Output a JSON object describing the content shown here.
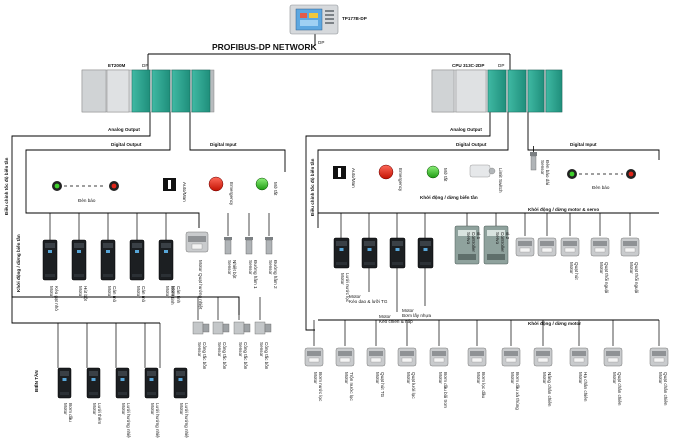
{
  "hmi": {
    "model": "TP177B-DP",
    "port": "DP"
  },
  "network": {
    "title": "PROFIBUS-DP NETWORK"
  },
  "left_rack": {
    "name": "ET200M",
    "port": "DP",
    "analog_output": "Analog Output",
    "digital_output": "Digital Output",
    "digital_input": "Digital Input"
  },
  "right_rack": {
    "name": "CPU 313C-2DP",
    "port": "DP",
    "analog_output": "Analog Output",
    "digital_output": "Digital Output",
    "digital_input": "Digital Input"
  },
  "left_section": {
    "vertical_label_speed": "Điều chỉnh tốc độ biến tần",
    "vertical_label_start": "Khởi động / dừng biến tần",
    "lamp_label": "Đèn báo",
    "inputs": [
      "Auto/Man",
      "Emergency",
      "Mở tắt"
    ],
    "inverters": [
      "Motor\nKéo gạt nhỏ",
      "Motor\nHút bột",
      "Motor\nCán mỏ",
      "Motor\nCán mỏ",
      "Motor\nBơm tinh",
      "Motor\nCán tinh"
    ],
    "contactor_label": "Motor\nQuạt hướng nhiệt",
    "sensors": [
      "Sensor\nNhiệt bột",
      "Sensor\nĐường hầm 1",
      "Sensor\nĐường hầm 2"
    ],
    "bottom_sensors": [
      "Sensor\nCông tắc bồn",
      "Sensor\nCông tắc bồn",
      "Sensor\nCông tắc bồn",
      "Sensor\nCông tắc bồn"
    ],
    "bien_tan": "BIẾN TẦN",
    "bottom_inverters": [
      "Motor\nBơm dầu",
      "Motor\nLưới thêm",
      "Motor\nLưới hướng nhiệt 1",
      "Motor\nLưới hướng nhiệt 2",
      "Motor\nLưới hướng nhiệt 3"
    ]
  },
  "right_section": {
    "vertical_label": "Điều chỉnh tốc độ biến tần",
    "inputs": [
      "Auto/Man",
      "Emergency",
      "Mở tắt",
      "Limit Switch",
      "Sensor\nĐèn báo dài"
    ],
    "lamp_label": "Đèn báo",
    "start_inverter_label": "Khởi động / dừng biến tần",
    "start_motor_servo_label": "Khởi động / dừng motor & servo",
    "start_motor_label": "Khởi động / dừng motor",
    "inverter_labels": [
      "Motor\nLưới nước lọc",
      "Motor\nKéo dao & lưỡi TG",
      "Motor\nKéo chiến & nắp",
      "Motor\nBơm lấy nhựa"
    ],
    "servo_labels": [
      "Servo\nController\nsl.1",
      "Servo\nController\nsl.2"
    ],
    "contactor_row1": [
      "Motor\nQuạt hút",
      "Motor\nQuạt thổi nguội",
      "Motor\nQuạt thổi nguội"
    ],
    "contactor_row2": [
      "Motor\nBơm nước lọc",
      "Motor\nTrộn nước lọc",
      "Motor\nQuạt hút TG",
      "Motor\nQuạt lưới lọc",
      "Motor\nBơm dầu bôi trơn",
      "Motor\nBơm lọc dầu",
      "Motor\nBơm dầu xả thùng",
      "Motor\nNâng chân chiên",
      "Motor\nHạ chân chiên",
      "Motor\nQuạt chân chiên",
      "Motor\nQuạt chân chiên"
    ]
  }
}
